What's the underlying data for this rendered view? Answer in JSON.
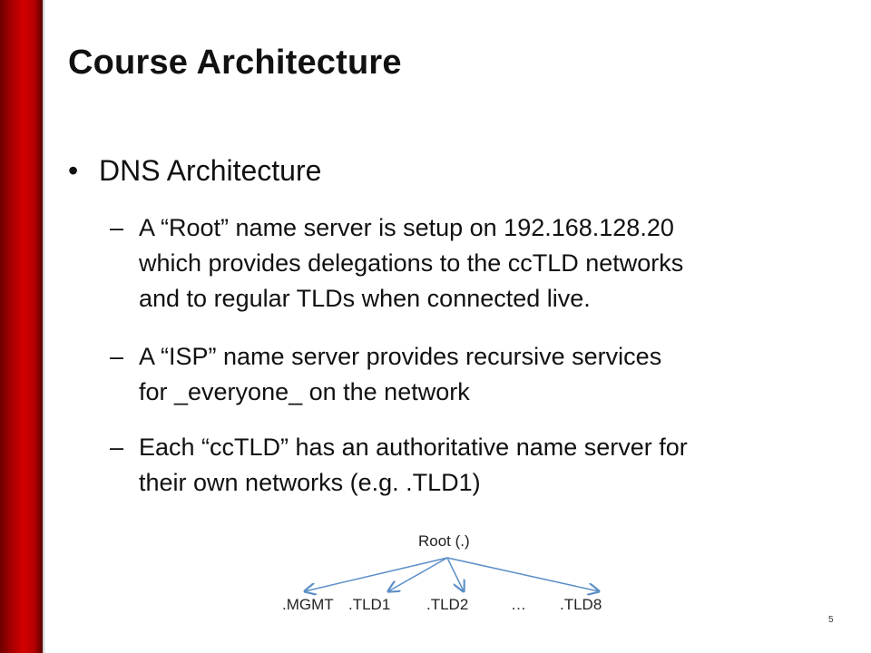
{
  "slide": {
    "title": "Course Architecture",
    "bullet": {
      "symbol": "•",
      "text": "DNS Architecture"
    },
    "subbullets": [
      {
        "symbol": "–",
        "lines": [
          "A “Root” name server is setup on 192.168.128.20",
          "which provides delegations to the ccTLD networks",
          "and to regular TLDs when connected live."
        ]
      },
      {
        "symbol": "–",
        "lines": [
          "A “ISP” name server provides recursive services",
          "for _everyone_ on the network"
        ]
      },
      {
        "symbol": "–",
        "lines": [
          "Each “ccTLD” has an authoritative name server for",
          "their own networks (e.g. .TLD1)"
        ]
      }
    ],
    "page_number": "5"
  },
  "diagram": {
    "root_label": "Root (.)",
    "children": [
      ".MGMT",
      ".TLD1",
      ".TLD2",
      "…",
      ".TLD8"
    ],
    "arrow_color": "#5b8fc7"
  },
  "theme": {
    "accent": "#c00000",
    "text": "#111111"
  }
}
